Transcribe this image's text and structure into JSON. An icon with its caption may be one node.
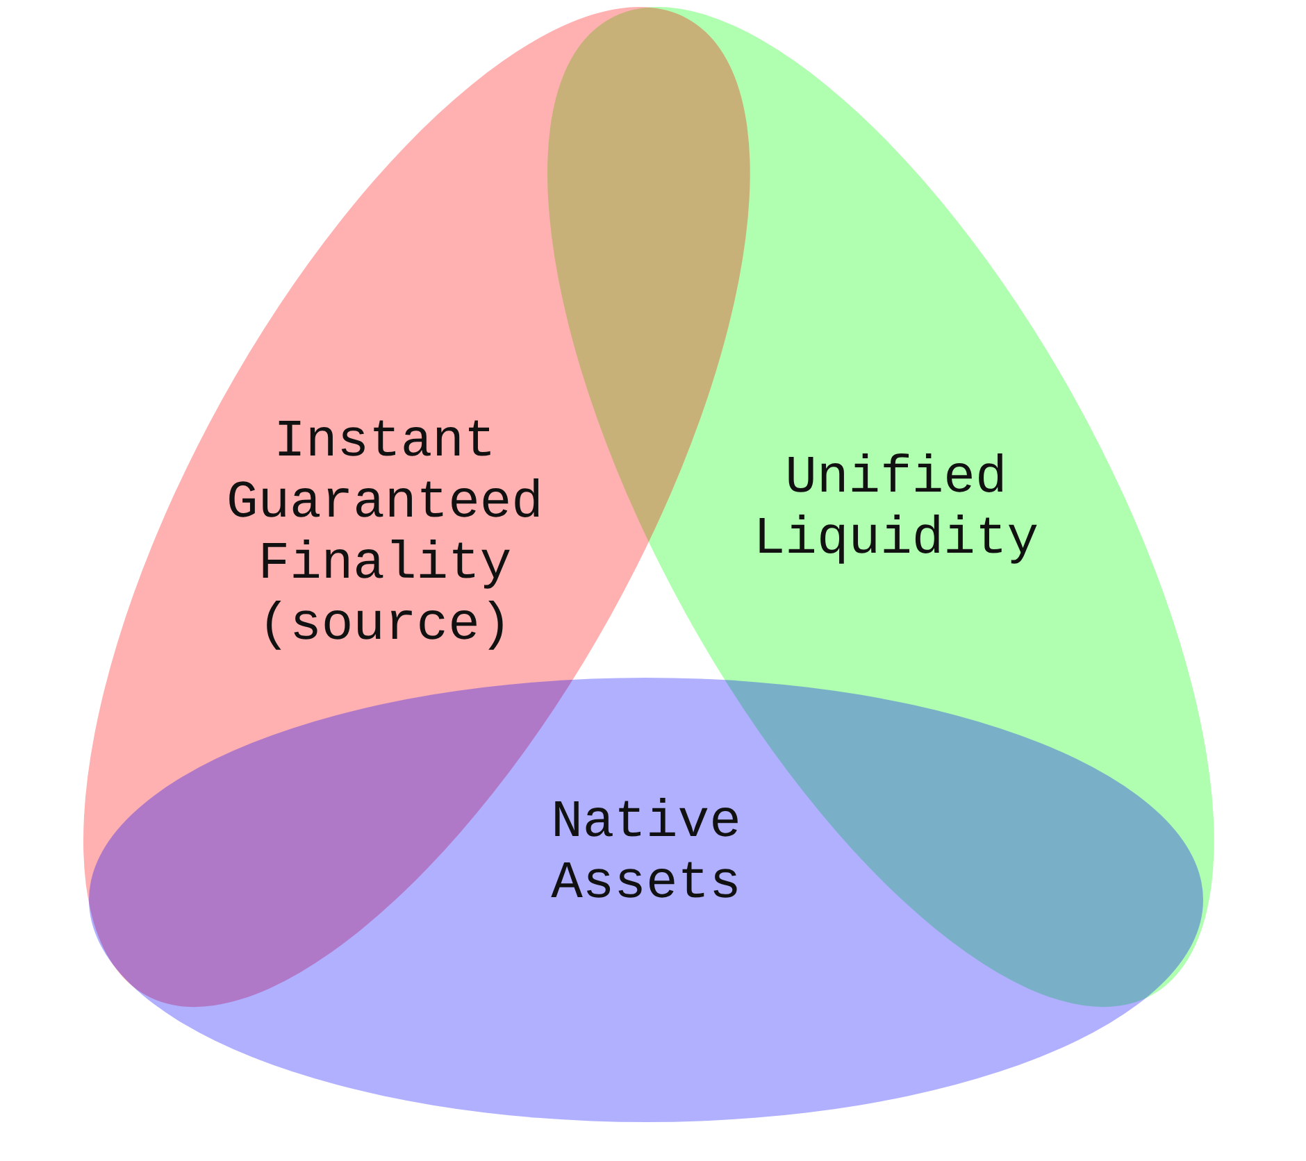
{
  "diagram": {
    "nodes": [
      {
        "text": [
          "Instant Guaranteed Finality (source)"
        ]
      },
      {
        "text": [
          "Unified Liquidity"
        ]
      },
      {
        "text": [
          "Native Assets"
        ]
      }
    ]
  }
}
